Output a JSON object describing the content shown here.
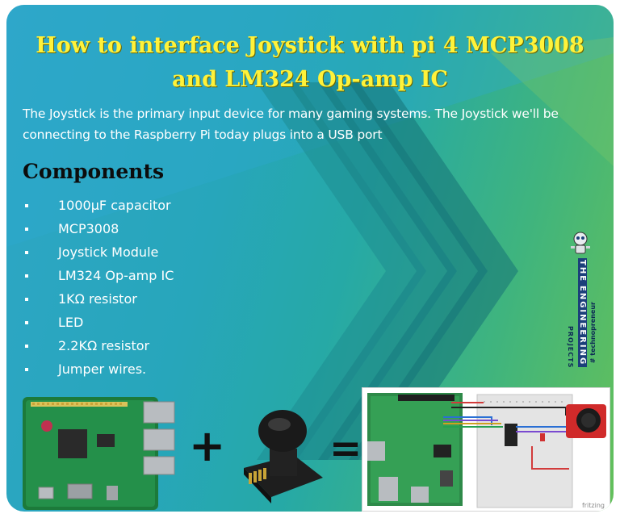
{
  "title_lines": [
    "How to interface Joystick with pi 4 MCP3008",
    "and LM324 Op-amp IC"
  ],
  "intro": "The Joystick is the primary input device for many gaming systems. The Joystick we'll be connecting to the Raspberry Pi today plugs into a USB port",
  "components_heading": "Components",
  "components": [
    "1000µF capacitor",
    "MCP3008",
    "Joystick Module",
    "LM324 Op-amp IC",
    "1KΩ resistor",
    "LED",
    "2.2KΩ resistor",
    "Jumper wires."
  ],
  "brand": {
    "the": "THE",
    "engineering": "ENGINEERING",
    "projects": "PROJECTS",
    "tag": "# technopreneur"
  },
  "equation": {
    "plus": "+",
    "equals": "="
  },
  "circuit_credit": "fritzing",
  "colors": {
    "title": "#fff23a",
    "background_left": "#2ea6c6",
    "background_right": "#64c05a",
    "chevron": "#1f8f8a"
  },
  "icons": [
    "robot-mascot-icon",
    "raspberry-pi-board-image",
    "joystick-module-image",
    "circuit-diagram-image"
  ]
}
